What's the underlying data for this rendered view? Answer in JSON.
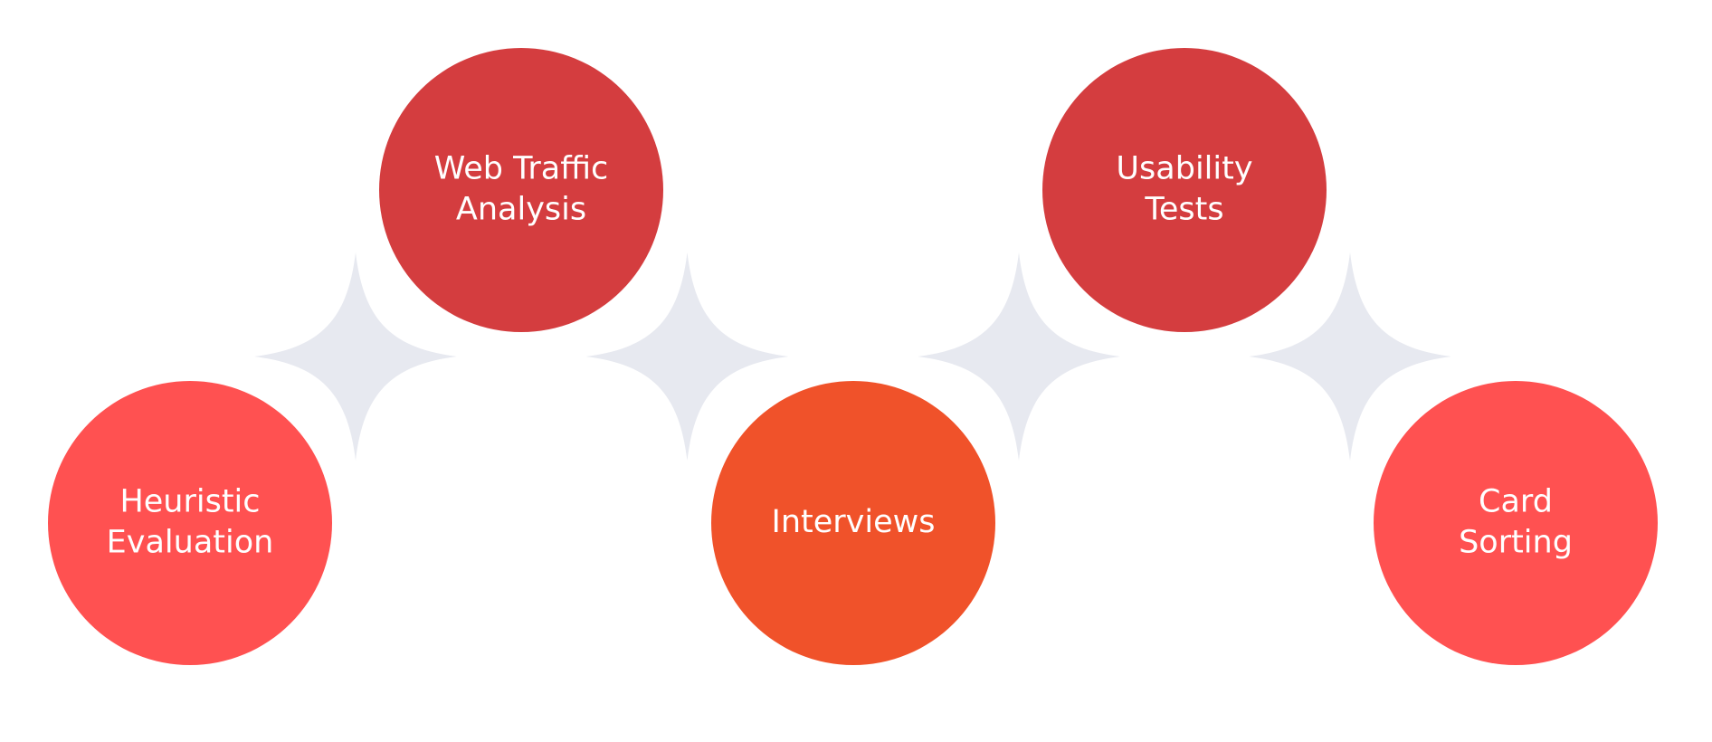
{
  "colors": {
    "background": "#ffffff",
    "connector": "#e7e9f0",
    "separator": "#ffffff",
    "text": "#ffffff"
  },
  "nodes": [
    {
      "id": "heuristic-evaluation",
      "lines": [
        "Heuristic",
        "Evaluation"
      ],
      "color": "#ff5151"
    },
    {
      "id": "web-traffic-analysis",
      "lines": [
        "Web Traffic",
        "Analysis"
      ],
      "color": "#d43d3f"
    },
    {
      "id": "interviews",
      "lines": [
        "Interviews"
      ],
      "color": "#f0522a"
    },
    {
      "id": "usability-tests",
      "lines": [
        "Usability",
        "Tests"
      ],
      "color": "#d43d3f"
    },
    {
      "id": "card-sorting",
      "lines": [
        "Card",
        "Sorting"
      ],
      "color": "#ff5151"
    }
  ]
}
